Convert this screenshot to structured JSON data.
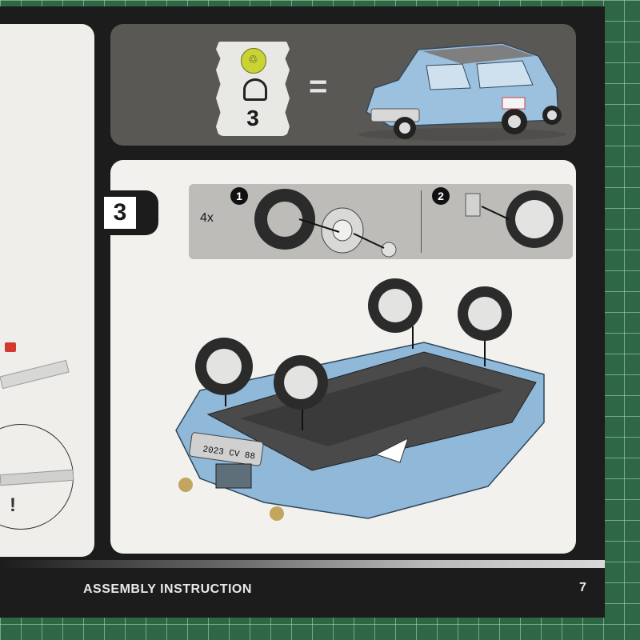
{
  "bag": {
    "logo_glyph": "♲",
    "number": "3"
  },
  "equals": "=",
  "step": {
    "number": "3"
  },
  "substeps": {
    "quantity": "4x",
    "badge1": "1",
    "badge2": "2"
  },
  "car": {
    "plate": "2023 CV 88"
  },
  "left_panel": {
    "mark": "!"
  },
  "footer": {
    "title": "ASSEMBLY INSTRUCTION",
    "page": "7"
  },
  "colors": {
    "car_blue": "#8fb8d9",
    "chassis_gray": "#4a4a4a",
    "panel_dark": "#5a5855",
    "page_black": "#1c1c1c"
  }
}
